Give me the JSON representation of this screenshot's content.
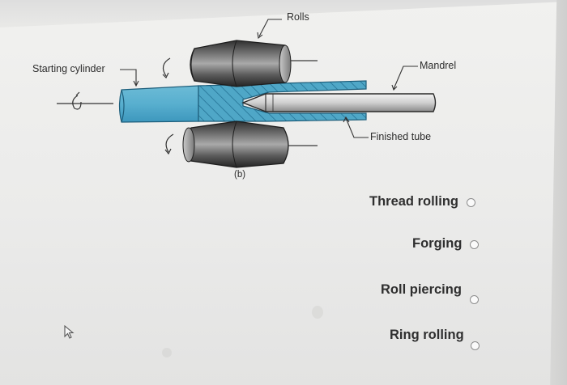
{
  "figure": {
    "labels": {
      "rolls": "Rolls",
      "mandrel": "Mandrel",
      "starting_cylinder": "Starting cylinder",
      "finished_tube": "Finished tube",
      "part": "(b)"
    },
    "colors": {
      "workpiece": "#4fa7c7",
      "workpiece_dark": "#2a7fa3",
      "roll_dark": "#3a3a3a",
      "roll_light": "#9a9a9a",
      "mandrel": "#d8d8d8"
    }
  },
  "question": {
    "options": [
      {
        "label": "Thread rolling",
        "selected": false
      },
      {
        "label": "Forging",
        "selected": false
      },
      {
        "label": "Roll piercing",
        "selected": false
      },
      {
        "label": "Ring rolling",
        "selected": false
      }
    ]
  },
  "cursor": {
    "icon": "mouse-pointer-icon"
  }
}
